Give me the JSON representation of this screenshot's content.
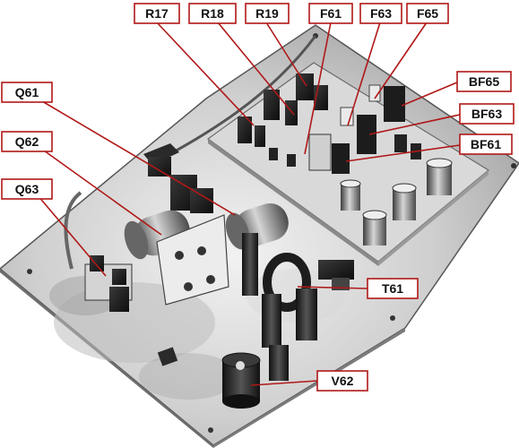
{
  "figure": {
    "labels": {
      "R17": "R17",
      "R18": "R18",
      "R19": "R19",
      "F61": "F61",
      "F63": "F63",
      "F65": "F65",
      "BF65": "BF65",
      "BF63": "BF63",
      "BF61": "BF61",
      "Q61": "Q61",
      "Q62": "Q62",
      "Q63": "Q63",
      "T61": "T61",
      "V62": "V62"
    }
  }
}
